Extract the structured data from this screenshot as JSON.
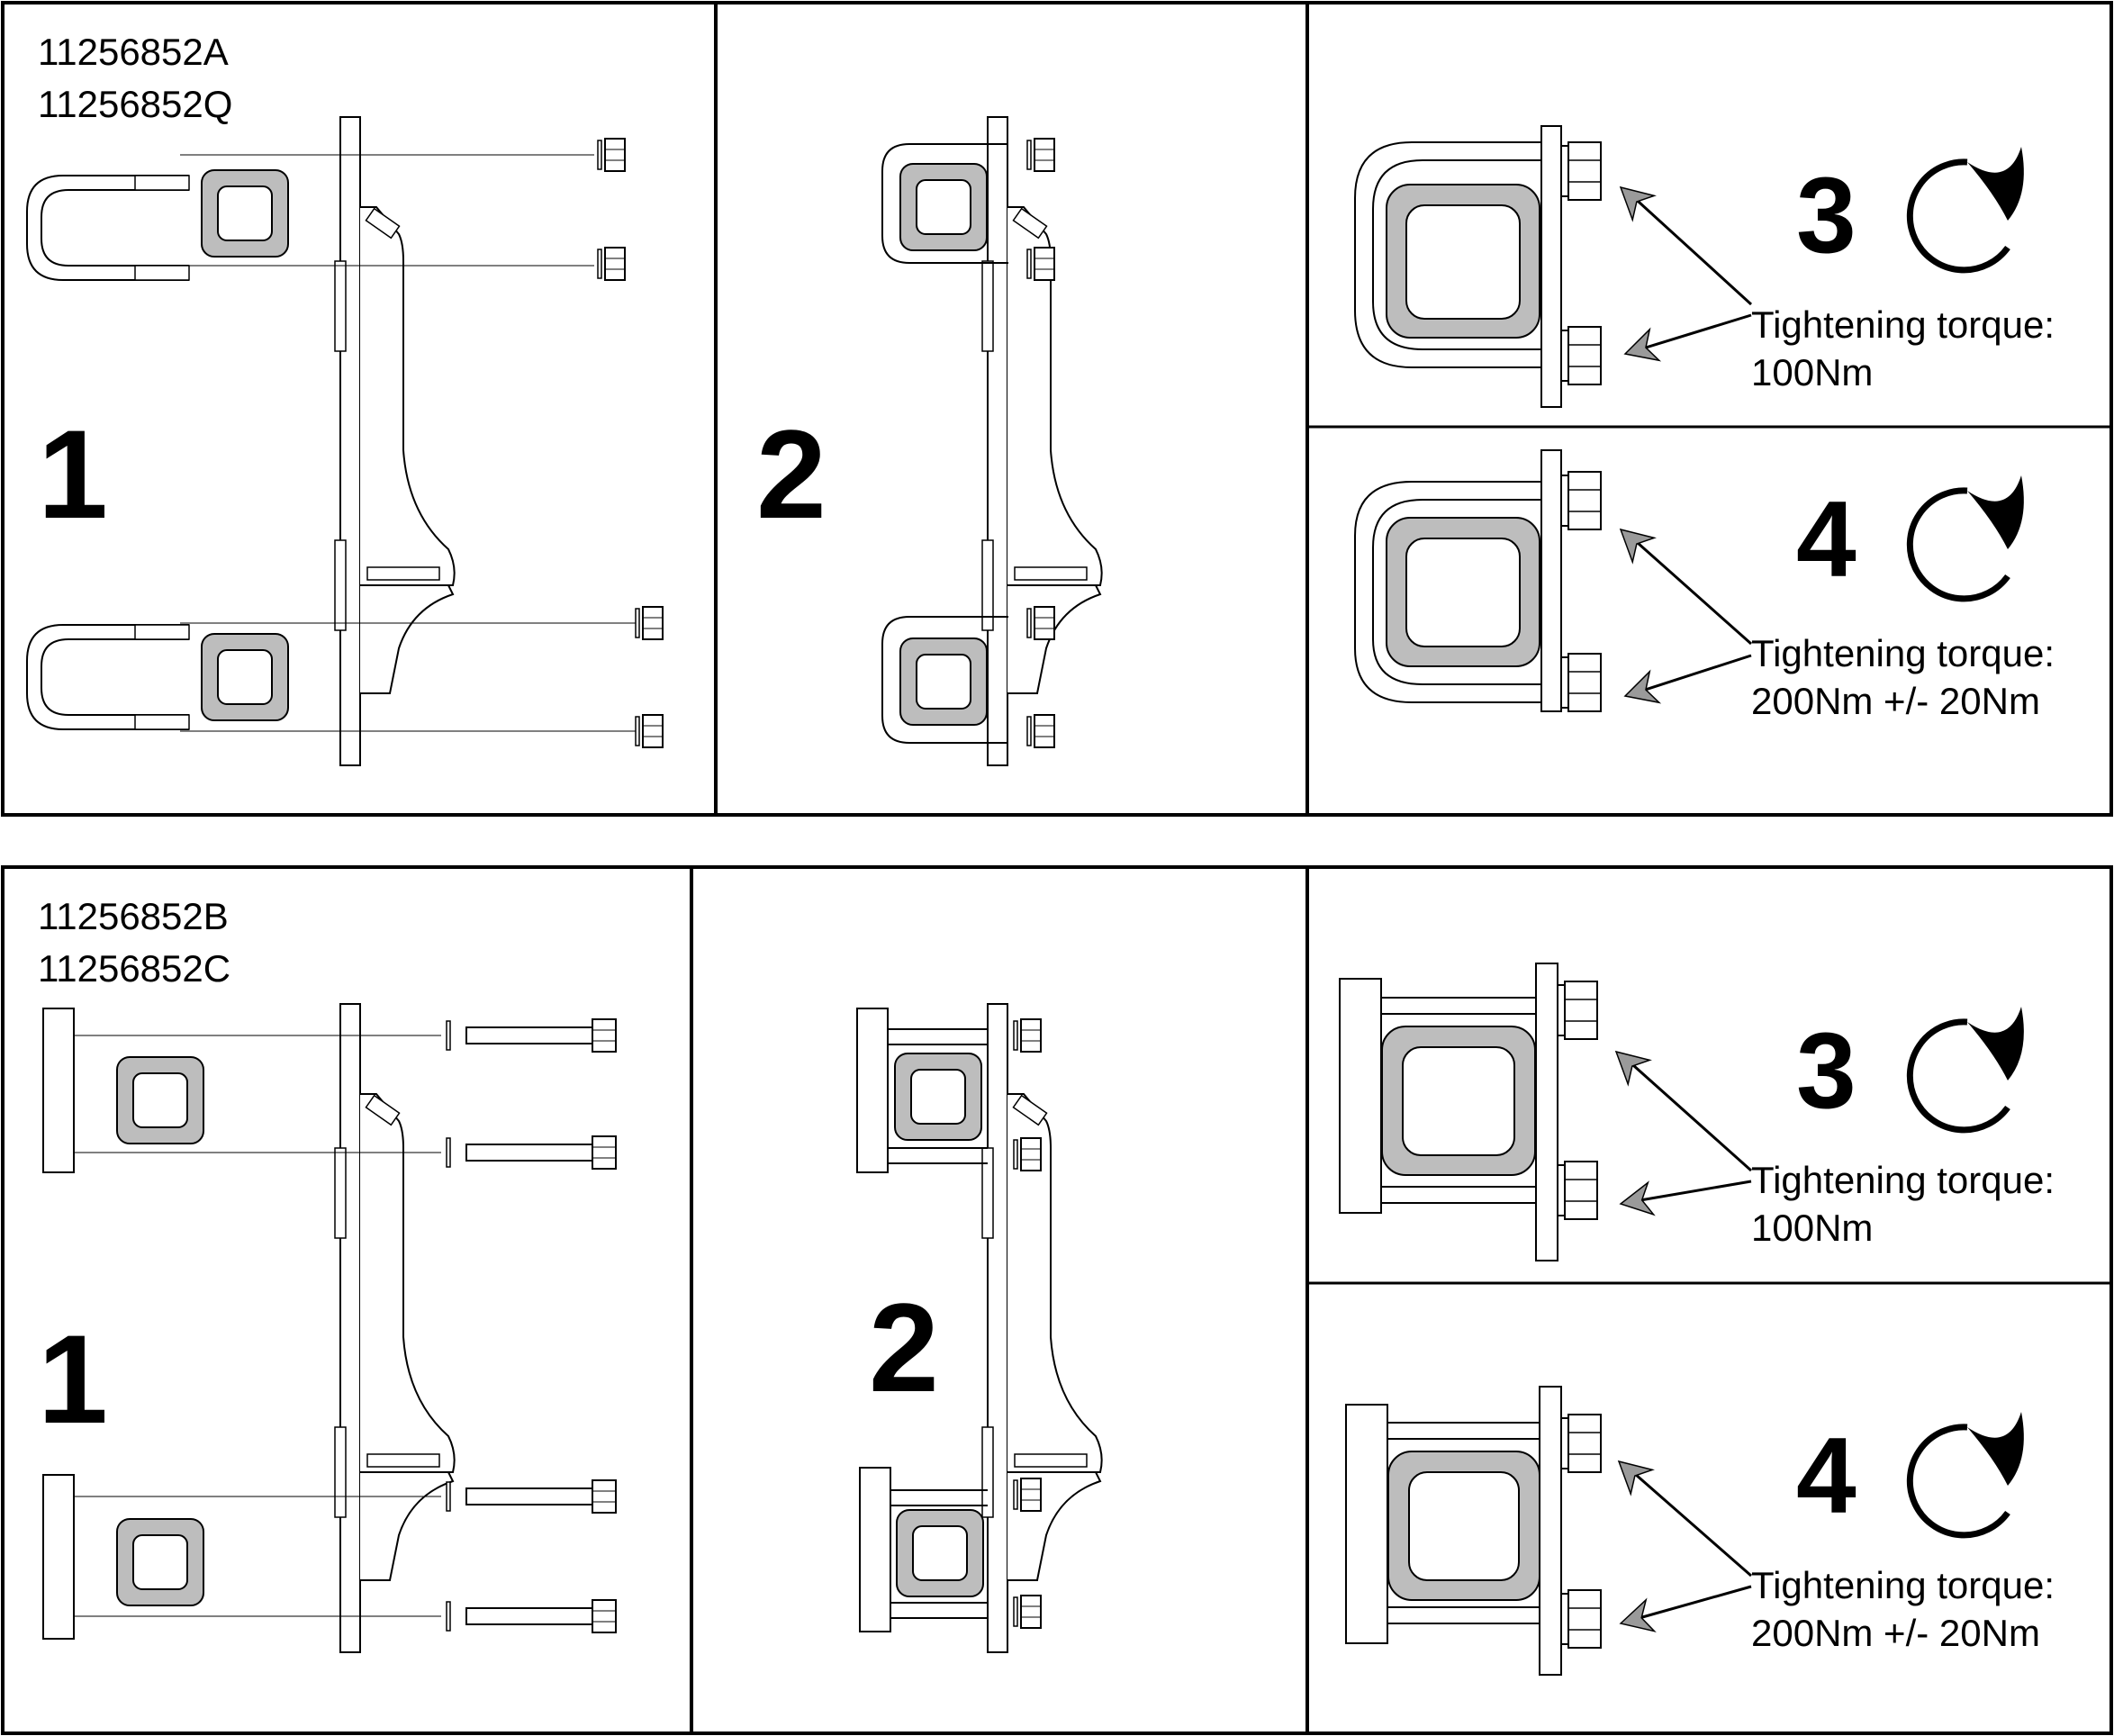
{
  "top": {
    "part_numbers": [
      "11256852A",
      "11256852Q"
    ],
    "step1": "1",
    "step2": "2",
    "step3": "3",
    "step4": "4",
    "torque3": [
      "Tightening torque:",
      "100Nm"
    ],
    "torque4": [
      "Tightening torque:",
      "200Nm +/- 20Nm"
    ]
  },
  "bottom": {
    "part_numbers": [
      "11256852B",
      "11256852C"
    ],
    "step1": "1",
    "step2": "2",
    "step3": "3",
    "step4": "4",
    "torque3": [
      "Tightening torque:",
      "100Nm"
    ],
    "torque4": [
      "Tightening torque:",
      "200Nm +/- 20Nm"
    ]
  },
  "colors": {
    "tube_fill": "#bdbdbd",
    "arrow_fill": "#9a9a9a",
    "line": "#000000"
  }
}
